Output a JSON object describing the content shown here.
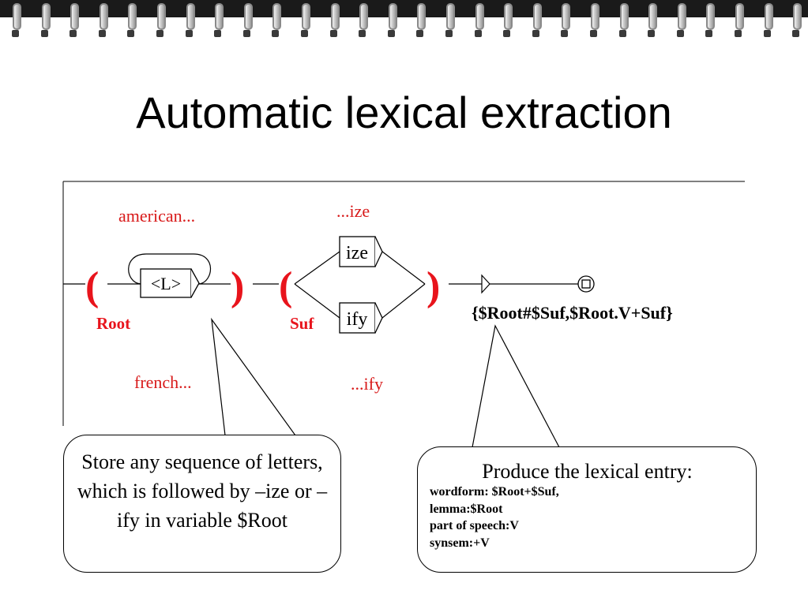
{
  "slide": {
    "title": "Automatic lexical extraction"
  },
  "graph": {
    "colors": {
      "accent": "#e8141c",
      "comment": "#d81a1a",
      "line": "#000000",
      "box_border": "#000000"
    },
    "comments": {
      "american": "american...",
      "french": "french...",
      "ize": "...ize",
      "ify": "...ify"
    },
    "paren_open": "(",
    "paren_close": ")",
    "variables": {
      "root": "Root",
      "suf": "Suf"
    },
    "boxes": {
      "letter": "<L>",
      "ize": "ize",
      "ify": "ify"
    },
    "output": "{$Root#$Suf,$Root.V+Suf}"
  },
  "callouts": {
    "left": {
      "text": "Store any sequence of letters, which is followed by –ize or –ify in variable $Root"
    },
    "right": {
      "title": "Produce the lexical entry:",
      "lines": [
        "wordform: $Root+$Suf,",
        "lemma:$Root",
        "part of speech:V",
        "synsem:+V"
      ]
    }
  }
}
